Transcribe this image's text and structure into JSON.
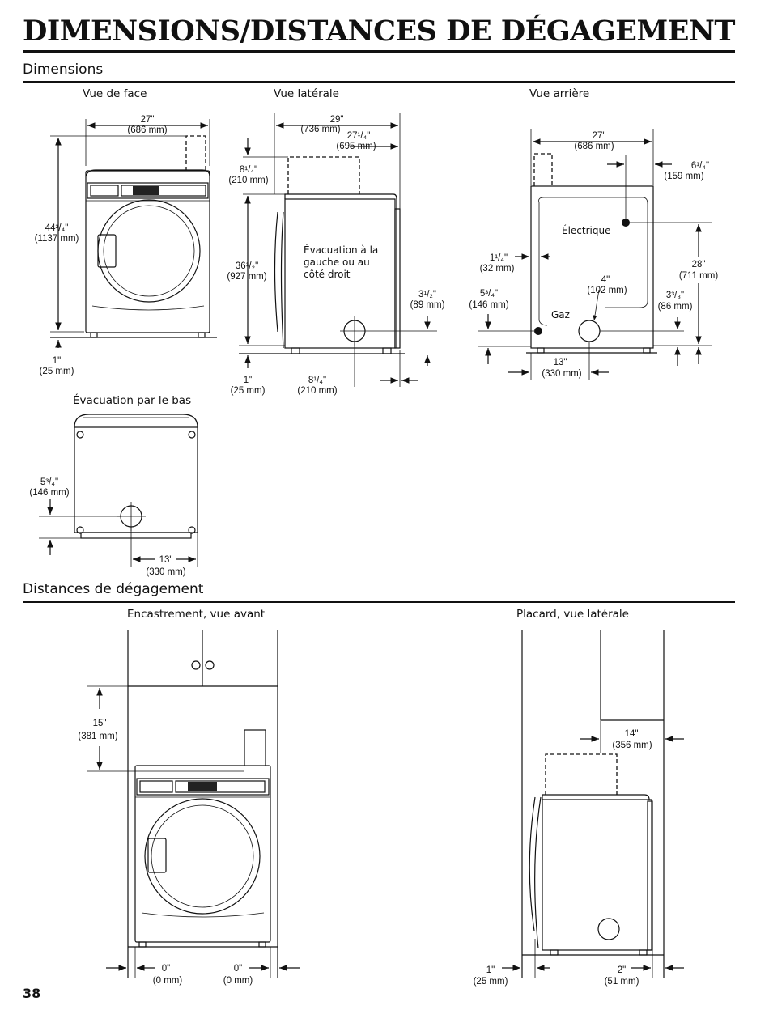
{
  "page": {
    "title": "DIMENSIONS/DISTANCES DE DÉGAGEMENT",
    "page_number": "38"
  },
  "dimensions": {
    "heading": "Dimensions",
    "front": {
      "label": "Vue de face",
      "width": [
        "27\"",
        "(686 mm)"
      ],
      "height": [
        "44³/₄\"",
        "(1137 mm)"
      ],
      "foot": [
        "1\"",
        "(25 mm)"
      ]
    },
    "side": {
      "label": "Vue latérale",
      "depth_total": [
        "29\"",
        "(736 mm)"
      ],
      "depth_cabinet": [
        "27¹/₄\"",
        "(695 mm)"
      ],
      "vent_top": [
        "8¹/₄\"",
        "(210 mm)"
      ],
      "height": [
        "36¹/₂\"",
        "(927 mm)"
      ],
      "vent_note": [
        "Évacuation à la",
        "gauche ou au",
        "côté droit"
      ],
      "vent_height": [
        "3¹/₂\"",
        "(89 mm)"
      ],
      "foot": [
        "1\"",
        "(25 mm)"
      ],
      "vent_back": [
        "8¹/₄\"",
        "(210 mm)"
      ]
    },
    "rear": {
      "label": "Vue arrière",
      "width": [
        "27\"",
        "(686 mm)"
      ],
      "elec_side": [
        "6¹/₄\"",
        "(159 mm)"
      ],
      "electric": "Électrique",
      "gas_side": [
        "1¹/₄\"",
        "(32 mm)"
      ],
      "vent_dia": [
        "4\"",
        "(102 mm)"
      ],
      "elec_height": [
        "28\"",
        "(711 mm)"
      ],
      "gas_height": [
        "5³/₄\"",
        "(146 mm)"
      ],
      "gas": "Gaz",
      "vent_height": [
        "3³/₈\"",
        "(86 mm)"
      ],
      "vent_center": [
        "13\"",
        "(330 mm)"
      ]
    },
    "bottom": {
      "label": "Évacuation par le bas",
      "vent_front": [
        "5³/₄\"",
        "(146 mm)"
      ],
      "vent_side": [
        "13\"",
        "(330 mm)"
      ]
    }
  },
  "clearances": {
    "heading": "Distances de dégagement",
    "recessed": {
      "label": "Encastrement, vue avant",
      "top": [
        "15\"",
        "(381 mm)"
      ],
      "left": [
        "0\"",
        "(0 mm)"
      ],
      "right": [
        "0\"",
        "(0 mm)"
      ]
    },
    "closet": {
      "label": "Placard, vue latérale",
      "top": [
        "14\"",
        "(356 mm)"
      ],
      "front": [
        "1\"",
        "(25 mm)"
      ],
      "rear": [
        "2\"",
        "(51 mm)"
      ]
    }
  }
}
